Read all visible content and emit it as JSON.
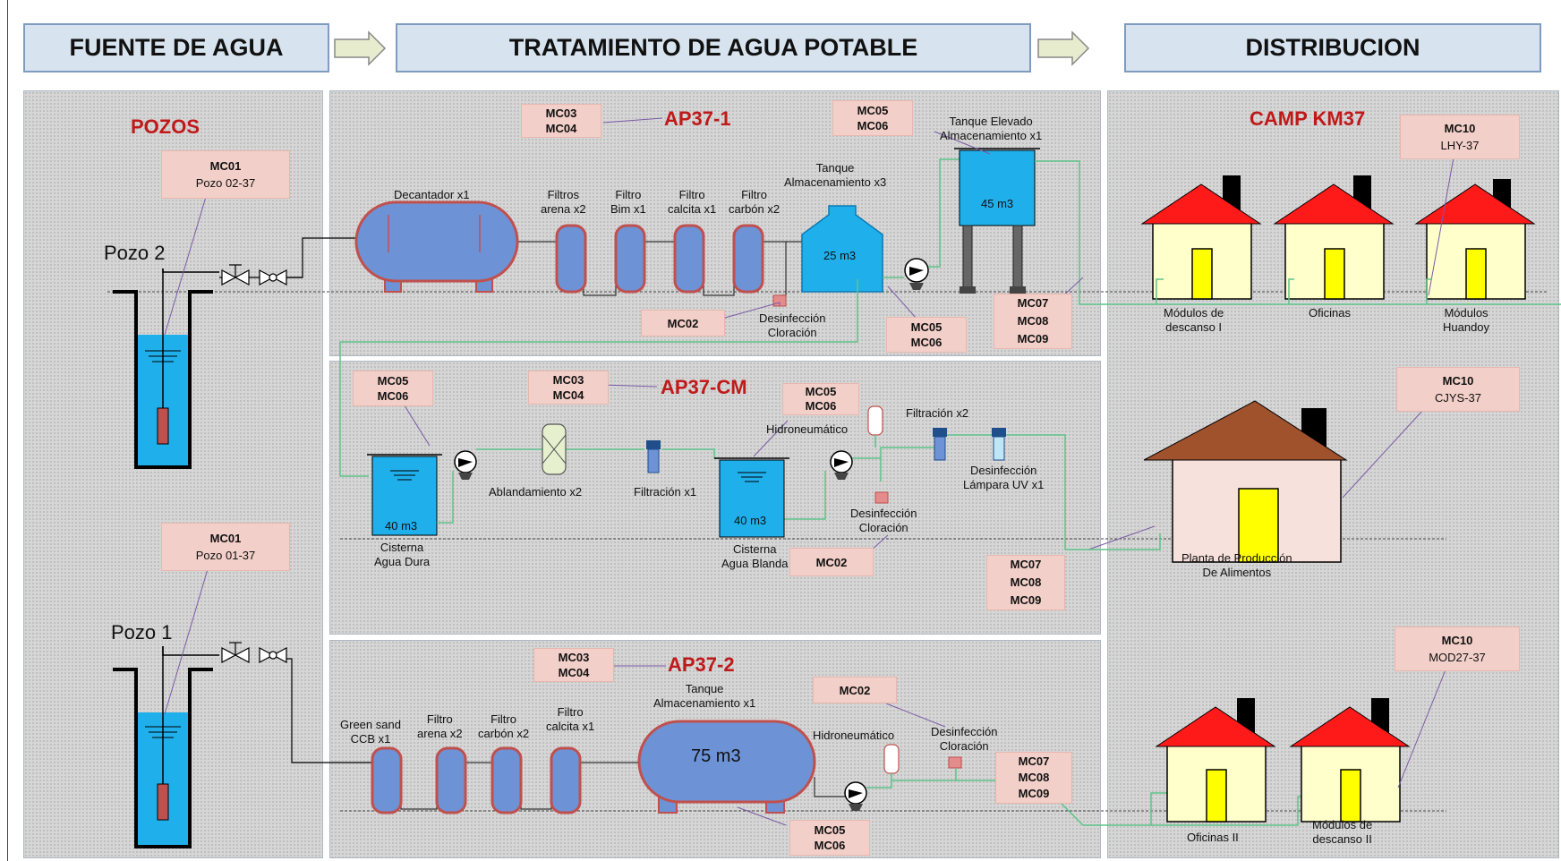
{
  "header": {
    "fuente": "FUENTE  DE AGUA",
    "tratamiento": "TRATAMIENTO DE AGUA POTABLE",
    "distribucion": "DISTRIBUCION"
  },
  "fuente": {
    "title": "POZOS",
    "pozo2": {
      "label": "Pozo 2",
      "tag_code": "MC01",
      "tag_name": "Pozo 02-37"
    },
    "pozo1": {
      "label": "Pozo 1",
      "tag_code": "MC01",
      "tag_name": "Pozo 01-37"
    }
  },
  "ap1": {
    "title": "AP37-1",
    "tag_mc03": "MC03",
    "tag_mc04": "MC04",
    "decantador": "Decantador x1",
    "filtros_arena_1": "Filtros",
    "filtros_arena_2": "arena x2",
    "filtro_bim_1": "Filtro",
    "filtro_bim_2": "Bim x1",
    "filtro_calcita_1": "Filtro",
    "filtro_calcita_2": "calcita x1",
    "filtro_carbon_1": "Filtro",
    "filtro_carbon_2": "carbón x2",
    "tanque_1": "Tanque",
    "tanque_2": "Almacenamiento x3",
    "tanque_vol": "25 m3",
    "elevado_1": "Tanque Elevado",
    "elevado_2": "Almacenamiento x1",
    "elevado_vol": "45 m3",
    "elevado_tag_mc05": "MC05",
    "elevado_tag_mc06": "MC06",
    "mc02": "MC02",
    "desinf_1": "Desinfección",
    "desinf_2": "Cloración",
    "bottom_tag_mc05": "MC05",
    "bottom_tag_mc06": "MC06",
    "out_mc07": "MC07",
    "out_mc08": "MC08",
    "out_mc09": "MC09"
  },
  "apcm": {
    "title": "AP37-CM",
    "tag_mc03": "MC03",
    "tag_mc04": "MC04",
    "cisterna_tag_mc05": "MC05",
    "cisterna_tag_mc06": "MC06",
    "dura_vol": "40 m3",
    "dura_1": "Cisterna",
    "dura_2": "Agua Dura",
    "ablandamiento": "Ablandamiento x2",
    "filtracion1": "Filtración x1",
    "hidro_tag_mc05": "MC05",
    "hidro_tag_mc06": "MC06",
    "hidroneumatico": "Hidroneumático",
    "blanda_vol": "40 m3",
    "blanda_1": "Cisterna",
    "blanda_2": "Agua Blanda",
    "filtracion2": "Filtración x2",
    "uv_1": "Desinfección",
    "uv_2": "Lámpara UV x1",
    "desinf_1": "Desinfección",
    "desinf_2": "Cloración",
    "mc02": "MC02",
    "out_mc07": "MC07",
    "out_mc08": "MC08",
    "out_mc09": "MC09"
  },
  "ap2": {
    "title": "AP37-2",
    "tag_mc03": "MC03",
    "tag_mc04": "MC04",
    "greensand_1": "Green sand",
    "greensand_2": "CCB x1",
    "arena_1": "Filtro",
    "arena_2": "arena x2",
    "carbon_1": "Filtro",
    "carbon_2": "carbón x2",
    "calcita_1": "Filtro",
    "calcita_2": "calcita x1",
    "tanque_1": "Tanque",
    "tanque_2": "Almacenamiento x1",
    "tanque_vol": "75 m3",
    "mc02": "MC02",
    "hidroneumatico": "Hidroneumático",
    "desinf_1": "Desinfección",
    "desinf_2": "Cloración",
    "out_mc07": "MC07",
    "out_mc08": "MC08",
    "out_mc09": "MC09",
    "bottom_tag_mc05": "MC05",
    "bottom_tag_mc06": "MC06"
  },
  "distribucion": {
    "title": "CAMP KM37",
    "lhy_code": "MC10",
    "lhy_name": "LHY-37",
    "modulos1_1": "Módulos de",
    "modulos1_2": "descanso I",
    "oficinas": "Oficinas",
    "huandoy_1": "Módulos",
    "huandoy_2": "Huandoy",
    "cjys_code": "MC10",
    "cjys_name": "CJYS-37",
    "planta_1": "Planta de Producción",
    "planta_2": "De Alimentos",
    "mod27_code": "MC10",
    "mod27_name": "MOD27-37",
    "oficinas2": "Oficinas II",
    "modulos2_1": "Módulos de",
    "modulos2_2": "descanso II"
  },
  "colors": {
    "header_bg": "#d7e3ef",
    "panel_bg": "#d6d6d6",
    "tag_bg": "#f2cfc8",
    "title_red": "#c0191a",
    "water_blue": "#1fb0ec",
    "vessel_blue": "#6d93d6",
    "vessel_border": "#c0504d",
    "pipe_green": "#5ec48a",
    "roof_red": "#ff1a1a",
    "wall_cream": "#ffffcc",
    "door_yellow": "#ffff00"
  }
}
